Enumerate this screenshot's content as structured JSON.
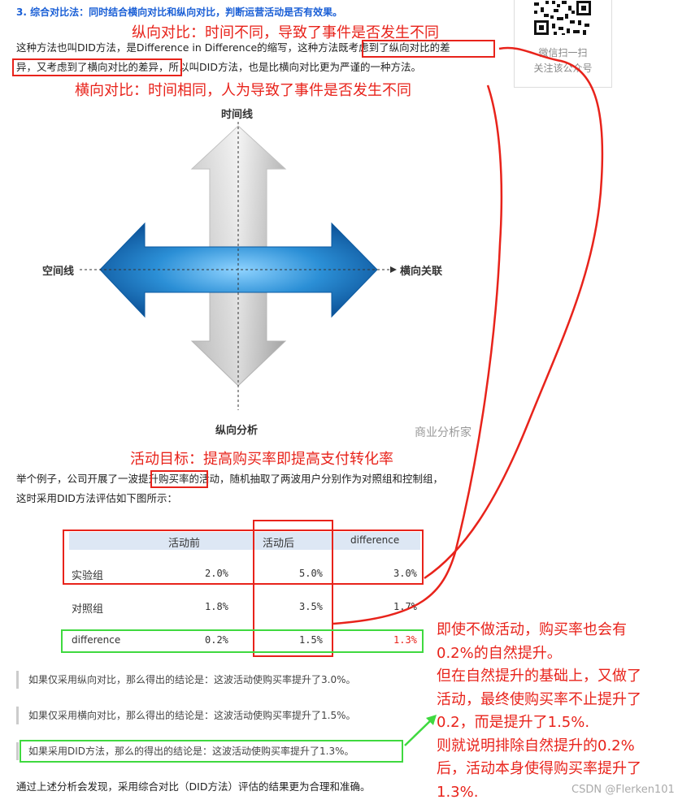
{
  "heading": "3. 综合对比法：同时结合横向对比和纵向对比，判断运营活动是否有效果。",
  "annotations": {
    "vertical_compare": "纵向对比：时间不同，导致了事件是否发生不同",
    "horizontal_compare": "横向对比：时间相同，人为导致了事件是否发生不同",
    "activity_goal": "活动目标：提高购买率即提高支付转化率",
    "side_note": [
      "即使不做活动，购买率也会有",
      "0.2%的自然提升。",
      "但在自然提升的基础上，又做了",
      "活动，最终使购买率不止提升了",
      "0.2，而是提升了1.5%.",
      "则就说明排除自然提升的0.2%",
      "后，活动本身使得购买率提升了",
      "1.3%."
    ]
  },
  "paragraph1": {
    "line1_a": "这种方法也叫DID方法，是Difference in Difference的缩写，这种方法",
    "line1_b": "既考虑到了纵向对比的差",
    "line2_a": "异，又考虑到了横向对比的差异，",
    "line2_b": "所以叫DID方法，也是比横向对比更为严谨的一种方法。"
  },
  "qr_card": {
    "line1": "微信扫一扫",
    "line2": "关注该公众号"
  },
  "diagram": {
    "top_label": "时间线",
    "left_label": "空间线",
    "right_label": "横向关联",
    "bottom_label": "纵向分析",
    "watermark": "商业分析家"
  },
  "paragraph2": {
    "line1_a": "举个例子，公司开展了一波",
    "line1_b": "提升购买率",
    "line1_c": "的活动，随机抽取了两波用户分别作为对照组和控制组，",
    "line2": "这时采用DID方法评估如下图所示："
  },
  "table": {
    "headers": [
      "",
      "活动前",
      "活动后",
      "difference"
    ],
    "rows": [
      {
        "label": "实验组",
        "before": "2.0%",
        "after": "5.0%",
        "diff": "3.0%"
      },
      {
        "label": "对照组",
        "before": "1.8%",
        "after": "3.5%",
        "diff": "1.7%"
      },
      {
        "label": "difference",
        "before": "0.2%",
        "after": "1.5%",
        "diff": "1.3%"
      }
    ]
  },
  "quotes": [
    "如果仅采用纵向对比，那么得出的结论是：这波活动使购买率提升了3.0%。",
    "如果仅采用横向对比，那么得出的结论是：这波活动使购买率提升了1.5%。",
    "如果采用DID方法，那么的得出的结论是：这波活动使购买率提升了1.3%。"
  ],
  "conclusion": "通过上述分析会发现，采用综合对比（DID方法）评估的结果更为合理和准确。",
  "csdn_watermark": "CSDN @Flerken101",
  "colors": {
    "annotation_red": "#e8231b",
    "highlight_green": "#3fd93f",
    "heading_blue": "#1a5fd6",
    "table_header": "#dde7f4"
  }
}
